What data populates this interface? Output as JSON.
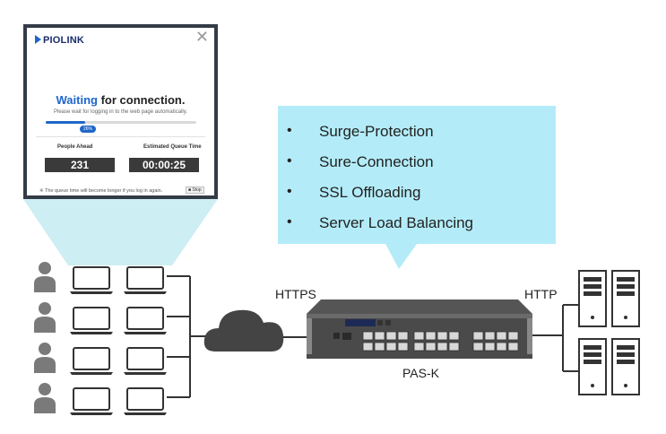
{
  "popup": {
    "brand": "PIOLINK",
    "close_glyph": "✕",
    "title_highlight": "Waiting",
    "title_rest": " for connection.",
    "subtitle": "Please wait for logging in to the web page automatically.",
    "progress_percent": 26,
    "progress_label": "26%",
    "people_ahead_label": "People Ahead",
    "people_ahead_value": "231",
    "queue_time_label": "Estimated Queue Time",
    "queue_time_value": "00:00:25",
    "note": "※ The queue time will become longer if you log in again.",
    "stop_label": "■ Stop"
  },
  "features": [
    "Surge-Protection",
    "Sure-Connection",
    "SSL Offloading",
    "Server Load Balancing"
  ],
  "labels": {
    "https": "HTTPS",
    "http": "HTTP",
    "device": "PAS-K"
  },
  "colors": {
    "callout": "#b3ecf8",
    "beam": "#cdeef3",
    "user": "#777777",
    "cloud": "#444444",
    "accent": "#1f66c9"
  },
  "icons": [
    "user-icon",
    "laptop-icon",
    "cloud-icon",
    "appliance-icon",
    "server-icon",
    "user-clock-icon",
    "clock-icon",
    "monitor-icon"
  ]
}
